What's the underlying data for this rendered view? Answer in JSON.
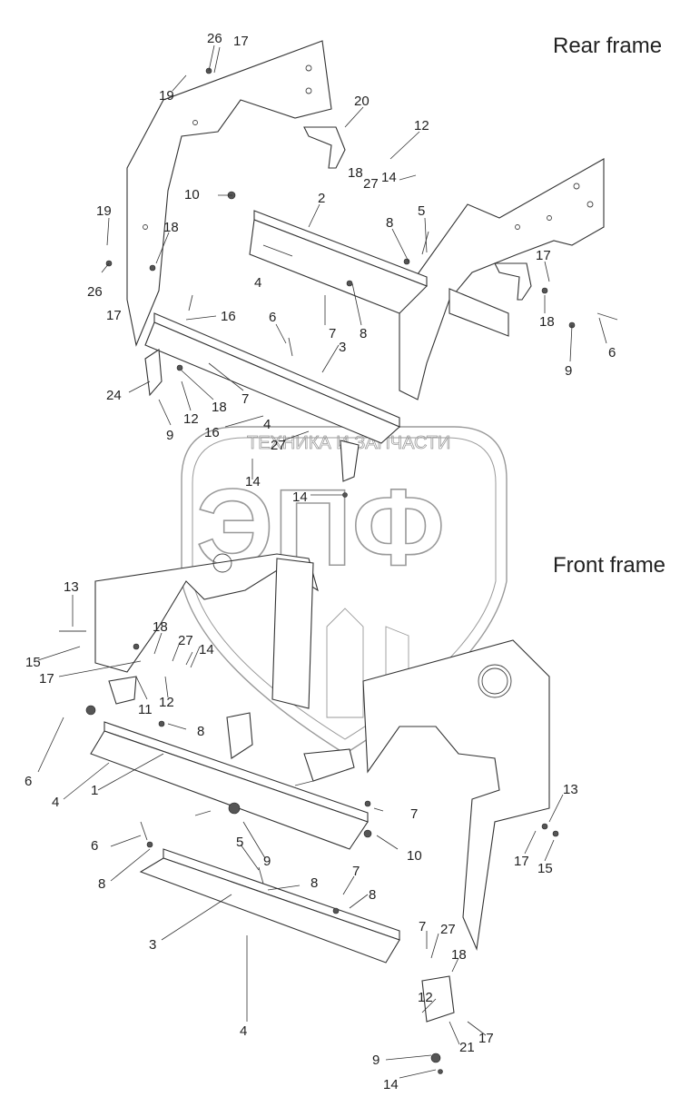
{
  "captions": {
    "rear_frame": "Rear frame",
    "front_frame": "Front frame"
  },
  "watermark": {
    "brand_text": "ТЕХНИКА И ЗАПЧАСТИ",
    "logo_text": "ЭПФ"
  },
  "callouts_rear": [
    "26",
    "17",
    "19",
    "20",
    "12",
    "18",
    "27",
    "14",
    "10",
    "2",
    "8",
    "5",
    "19",
    "18",
    "26",
    "17",
    "4",
    "16",
    "6",
    "7",
    "8",
    "17",
    "18",
    "6",
    "9",
    "3",
    "24",
    "18",
    "7",
    "12",
    "9",
    "16",
    "4",
    "27",
    "14",
    "14"
  ],
  "callouts_front": [
    "13",
    "18",
    "27",
    "14",
    "15",
    "17",
    "11",
    "12",
    "8",
    "6",
    "4",
    "1",
    "7",
    "10",
    "9",
    "5",
    "6",
    "8",
    "8",
    "7",
    "8",
    "13",
    "17",
    "15",
    "3",
    "4",
    "7",
    "27",
    "18",
    "12",
    "21",
    "17",
    "9",
    "14"
  ]
}
